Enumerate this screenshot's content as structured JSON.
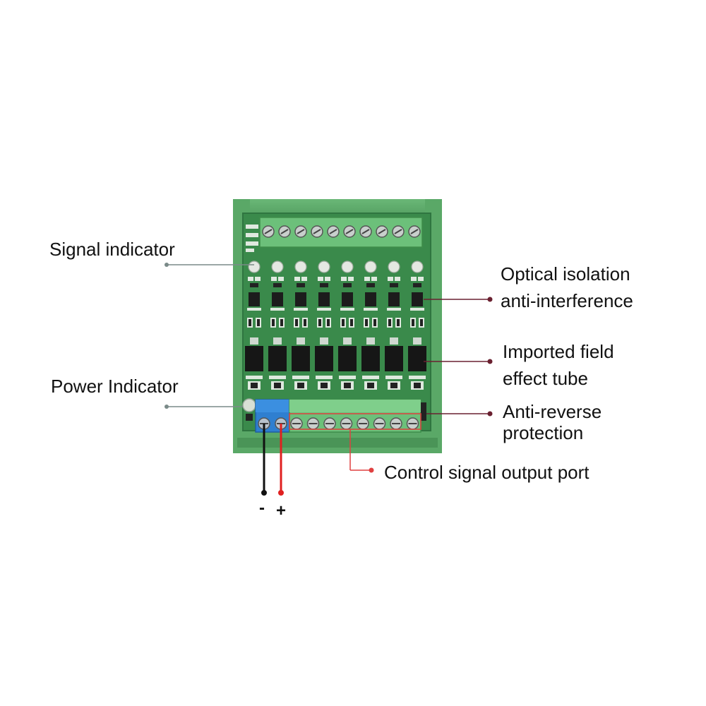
{
  "callouts": {
    "signal_indicator": "Signal indicator",
    "power_indicator": "Power Indicator",
    "optical_isolation": [
      "Optical isolation",
      "anti-interference"
    ],
    "imported_fet": [
      "Imported field",
      "effect tube"
    ],
    "anti_reverse": [
      "Anti-reverse",
      "protection"
    ],
    "control_output": "Control signal output port"
  },
  "polarity": {
    "negative": "-",
    "positive": "+"
  },
  "colors": {
    "board": "#3f8f4f",
    "din_rail": "#5fae6c",
    "terminal_green": "#6cc07a",
    "terminal_blue": "#2f7fd0",
    "wire_negative": "#111111",
    "wire_positive": "#e02020",
    "leader_gray": "#7a8a88",
    "leader_maroon": "#6a2030",
    "leader_red": "#e04040"
  }
}
